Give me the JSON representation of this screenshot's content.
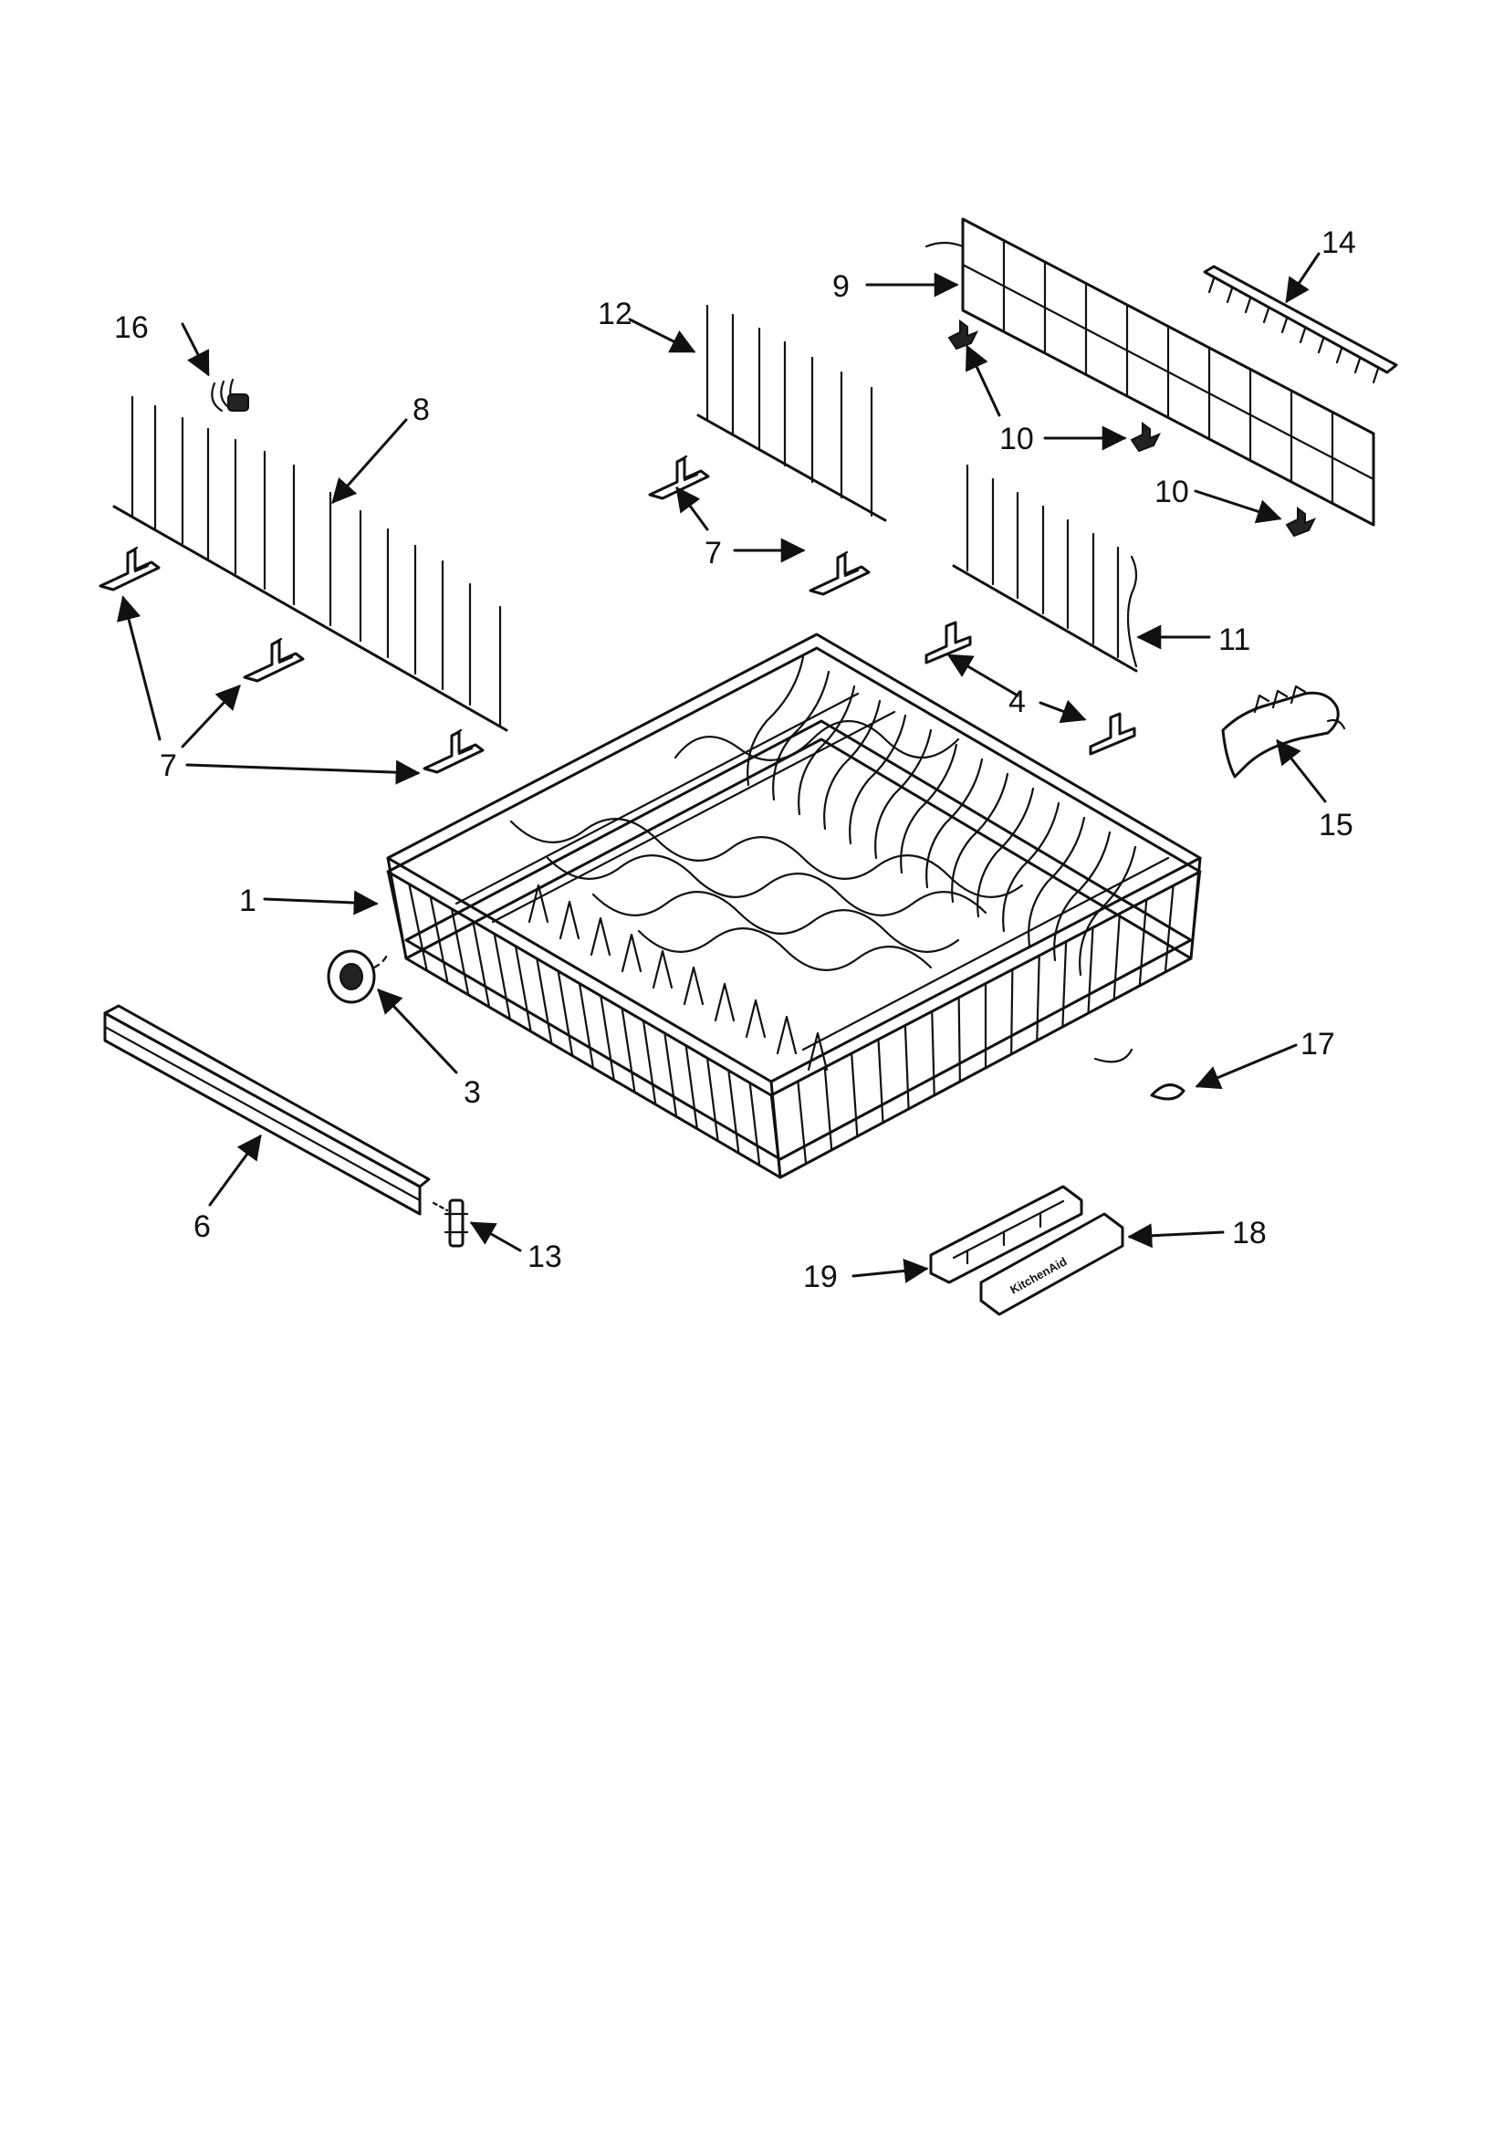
{
  "callouts": [
    {
      "id": "c1",
      "label": "1"
    },
    {
      "id": "c3",
      "label": "3"
    },
    {
      "id": "c4",
      "label": "4"
    },
    {
      "id": "c6",
      "label": "6"
    },
    {
      "id": "c7a",
      "label": "7"
    },
    {
      "id": "c7b",
      "label": "7"
    },
    {
      "id": "c8",
      "label": "8"
    },
    {
      "id": "c9",
      "label": "9"
    },
    {
      "id": "c10a",
      "label": "10"
    },
    {
      "id": "c10b",
      "label": "10"
    },
    {
      "id": "c11",
      "label": "11"
    },
    {
      "id": "c12",
      "label": "12"
    },
    {
      "id": "c13",
      "label": "13"
    },
    {
      "id": "c14",
      "label": "14"
    },
    {
      "id": "c15",
      "label": "15"
    },
    {
      "id": "c16",
      "label": "16"
    },
    {
      "id": "c17",
      "label": "17"
    },
    {
      "id": "c18",
      "label": "18"
    },
    {
      "id": "c19",
      "label": "19"
    }
  ],
  "handle_logo": "KitchenAid"
}
